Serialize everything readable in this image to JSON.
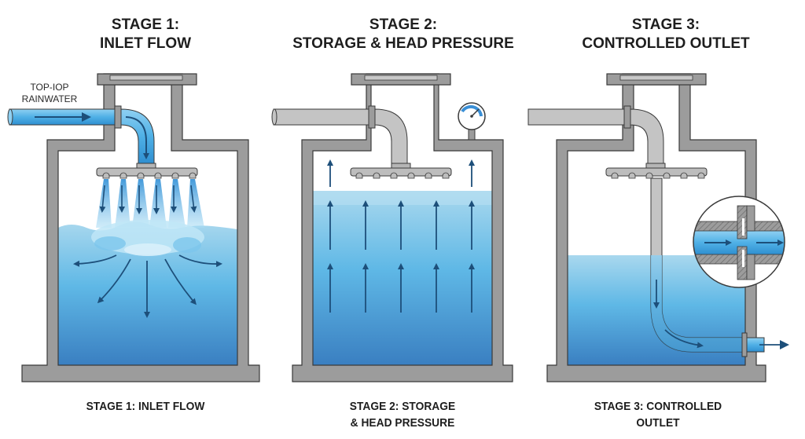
{
  "stages": [
    {
      "title_line1": "STAGE 1:",
      "title_line2": "INLET FLOW",
      "caption_line1": "STAGE 1: INLET FLOW",
      "caption_line2": "",
      "inlet_label_line1": "TOP-IOP",
      "inlet_label_line2": "RAINWATER"
    },
    {
      "title_line1": "STAGE 2:",
      "title_line2": "STORAGE & HEAD PRESSURE",
      "caption_line1": "STAGE 2: STORAGE",
      "caption_line2": "& HEAD PRESSURE"
    },
    {
      "title_line1": "STAGE 3:",
      "title_line2": "CONTROLLED OUTLET",
      "caption_line1": "STAGE 3: CONTROLLED",
      "caption_line2": "OUTLET"
    }
  ],
  "colors": {
    "wall": "#9c9c9c",
    "wall_stroke": "#3a3a3a",
    "pipe": "#c4c4c4",
    "water_top": "#a9d8ee",
    "water_mid": "#5fb8e6",
    "water_bottom": "#3a7fc1",
    "arrow": "#1d4f7a",
    "gauge_arc": "#3a8fd6"
  },
  "icons": [
    "pressure-gauge-icon",
    "flow-arrow-icon",
    "orifice-detail-icon"
  ]
}
